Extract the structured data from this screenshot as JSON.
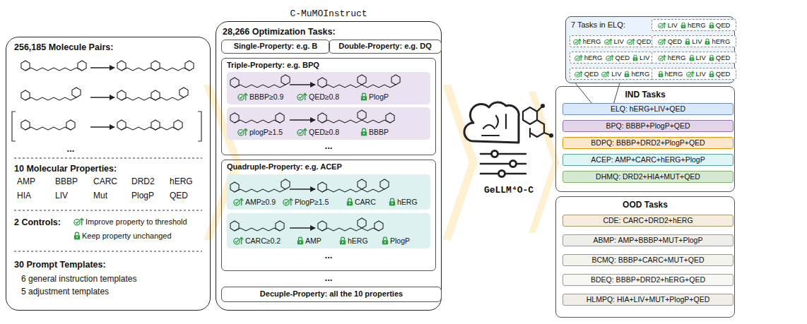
{
  "diagram": {
    "nodes": [
      {
        "text": [
          "256,185 Molecule Pairs:",
          "...",
          "10 Molecular Properties:",
          "AMP",
          "BBBP",
          "CARC",
          "DRD2",
          "hERG",
          "HIA",
          "LIV",
          "Mut",
          "PlogP",
          "QED",
          "2 Controls:",
          "Improve property to threshold",
          "Keep property unchanged",
          "30 Prompt Templates:",
          "6 general instruction templates",
          "5 adjustment templates"
        ]
      },
      {
        "text": [
          "C-MuMOInstruct",
          "28,266 Optimization Tasks:",
          "..."
        ]
      },
      {
        "text": [
          "Single-Property: e.g. B"
        ],
        "in": 1
      },
      {
        "text": [
          "Double-Property: e.g. DQ"
        ],
        "in": 1
      },
      {
        "text": [
          "Triple-Property: e.g. BPQ",
          "..."
        ],
        "in": 1
      },
      {
        "text": [
          "BBBP≥0.9",
          "QED≥0.8",
          "PlogP"
        ],
        "in": 4
      },
      {
        "text": [
          "plogP≥1.5",
          "QED≥0.8",
          "BBBP"
        ],
        "in": 4
      },
      {
        "text": [
          "Quadruple-Property: e.g. ACEP",
          "..."
        ],
        "in": 1
      },
      {
        "text": [
          "AMP≥0.9",
          "PlogP≥1.5",
          "CARC",
          "hERG"
        ],
        "in": 7
      },
      {
        "text": [
          "CARC≥0.2",
          "AMP",
          "hERG",
          "PlogP"
        ],
        "in": 7
      },
      {
        "text": [
          "Decuple-Property: all the 10 properties"
        ],
        "in": 1
      },
      {
        "text": [
          "7 Tasks in ELQ:"
        ]
      },
      {
        "text": [
          "LIV",
          "hERG",
          "QED"
        ],
        "in": 11
      },
      {
        "text": [
          "hERG",
          "LIV",
          "QED"
        ],
        "in": 11
      },
      {
        "text": [
          "QED",
          "LIV",
          "hERG"
        ],
        "in": 11
      },
      {
        "text": [
          "hERG",
          "QED",
          "LIV"
        ],
        "in": 11
      },
      {
        "text": [
          "hERG",
          "LIV",
          "QED"
        ],
        "in": 11
      },
      {
        "text": [
          "QED",
          "LIV",
          "hERG"
        ],
        "in": 11
      },
      {
        "text": [
          "hERG",
          "LIV",
          "QED"
        ],
        "in": 11
      },
      {
        "text": [
          "IND Tasks"
        ]
      },
      {
        "text": [
          "ELQ: hERG+LIV+QED"
        ],
        "in": 19
      },
      {
        "text": [
          "BPQ: BBBP+PlogP+QED"
        ],
        "in": 19
      },
      {
        "text": [
          "BDPQ: BBBP+DRD2+PlogP+QED"
        ],
        "in": 19
      },
      {
        "text": [
          "ACEP: AMP+CARC+hERG+PlogP"
        ],
        "in": 19
      },
      {
        "text": [
          "DHMQ: DRD2+HIA+MUT+QED"
        ],
        "in": 19
      },
      {
        "text": [
          "OOD Tasks"
        ]
      },
      {
        "text": [
          "CDE: CARC+DRD2+hERG"
        ],
        "in": 25
      },
      {
        "text": [
          "ABMP: AMP+BBBP+MUT+PlogP"
        ],
        "in": 25
      },
      {
        "text": [
          "BCMQ: BBBP+CARC+MUT+QED"
        ],
        "in": 25
      },
      {
        "text": [
          "BDEQ: BBBP+DRD2+hERG+QED"
        ],
        "in": 25
      },
      {
        "text": [
          "HLMPQ: HIA+LIV+MUT+PlogP+QED"
        ],
        "in": 25
      }
    ],
    "edges": [
      {
        "from": 11,
        "to": 20,
        "arrow": "none"
      },
      {
        "from": 11,
        "to": 20,
        "arrow": "none"
      }
    ],
    "labels": [
      "GeLLM⁴O-C"
    ]
  }
}
